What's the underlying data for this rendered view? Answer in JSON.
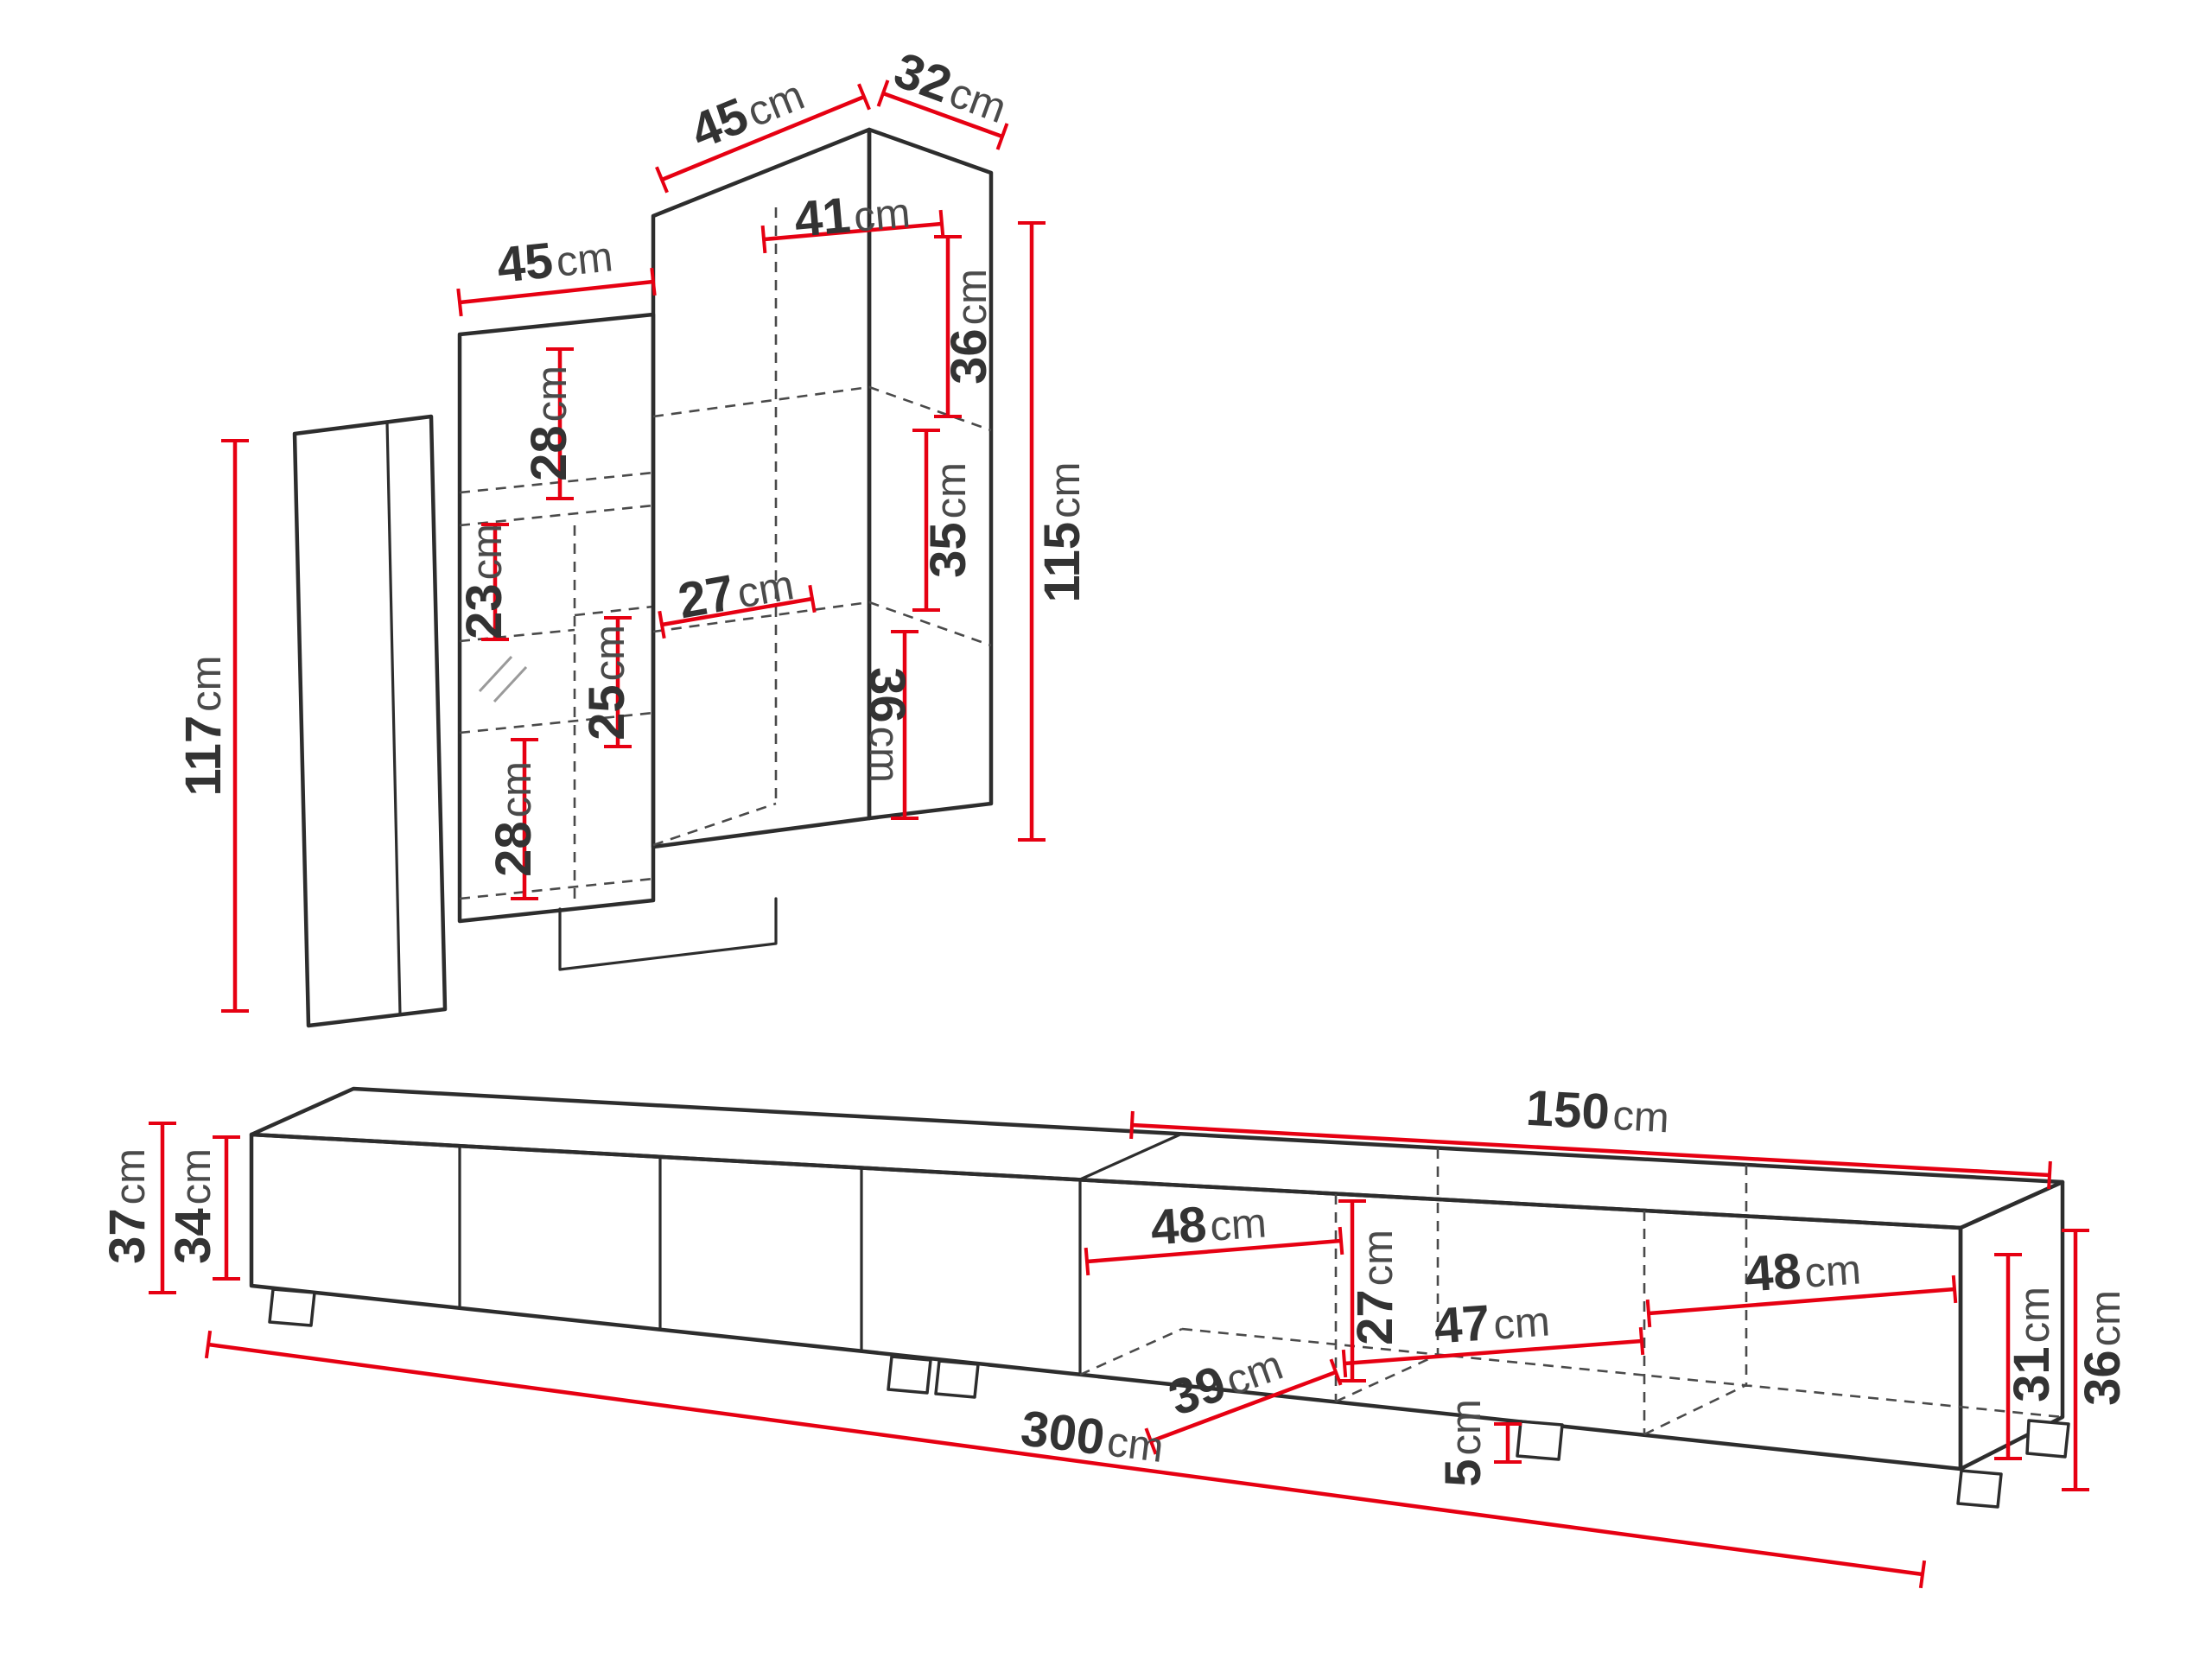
{
  "unit_suffix": "cm",
  "palette": {
    "dimension_red": "#e60012",
    "outline_black": "#2d2d2d",
    "number_color": "#333333",
    "unit_color": "#4a4a4a",
    "background": "#ffffff"
  },
  "wall_unit": {
    "label": "wall-cabinet-set",
    "dims": {
      "top_width": "45",
      "top_depth": "32",
      "left_section_width": "45",
      "inner_top_width": "41",
      "upper_shelf_height": "36",
      "middle_shelf_height": "35",
      "lower_shelf_height": "36",
      "right_section_height": "115",
      "left_panel_height": "117",
      "left_shelf_a": "28",
      "left_shelf_b": "23",
      "left_shelf_c": "25",
      "left_shelf_d": "28",
      "inner_depth": "27"
    }
  },
  "tv_stand": {
    "label": "tv-stand",
    "dims": {
      "right_section_width": "150",
      "left_height_outer": "37",
      "left_height_inner": "34",
      "compartment_left_width": "48",
      "divider_height": "27",
      "compartment_right_width": "48",
      "compartment_middle_width": "47",
      "inner_depth": "39",
      "right_height_inner": "31",
      "right_height_outer": "36",
      "total_width": "300",
      "leg_height": "5"
    }
  }
}
